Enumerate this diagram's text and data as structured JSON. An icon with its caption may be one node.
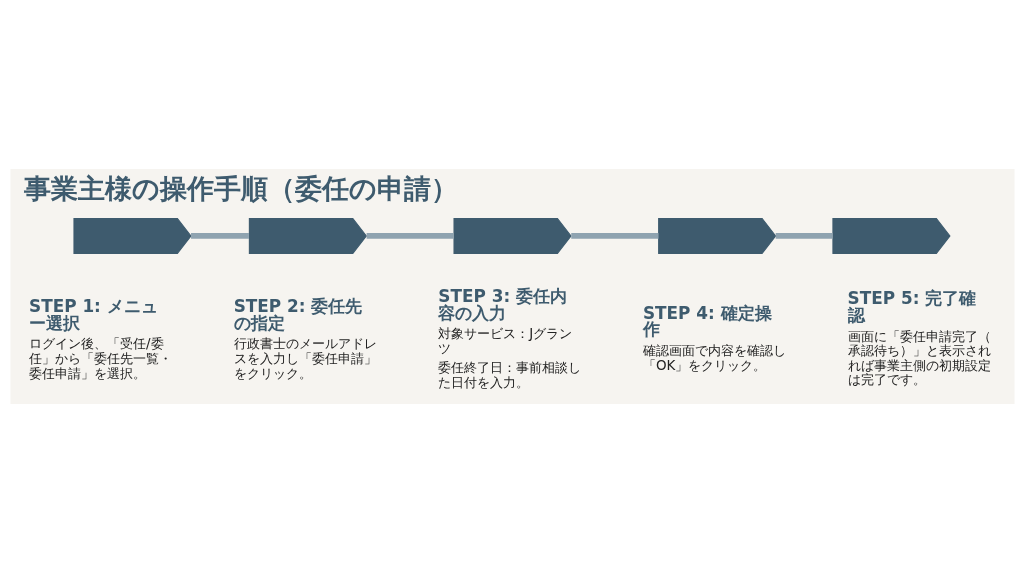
{
  "diagram": {
    "title": "事業主様の操作手順（委任の申請）",
    "nodes": [
      {
        "text": [],
        "shape": "chevron",
        "beside": [
          "STEP 1: メニュー選択",
          "ログイン後、「受任/委任」から「委任先一覧・委任申請」を選択。"
        ]
      },
      {
        "text": [],
        "shape": "chevron",
        "beside": [
          "STEP 2: 委任先の指定",
          "行政書士のメールアドレスを入力し「委任申請」をクリック。"
        ]
      },
      {
        "text": [],
        "shape": "chevron",
        "beside": [
          "STEP 3: 委任内容の入力",
          "対象サービス：Jグランツ",
          "委任終了日：事前相談した日付を入力。"
        ]
      },
      {
        "text": [],
        "shape": "chevron",
        "beside": [
          "STEP 4: 確定操作",
          "確認画面で内容を確認し「OK」をクリック。"
        ]
      },
      {
        "text": [],
        "shape": "chevron",
        "beside": [
          "STEP 5: 完了確認",
          "画面に「委任申請完了（承認待ち）」と表示されれば事業主側の初期設定は完了です。"
        ]
      }
    ],
    "edges": [
      {
        "from": 0,
        "to": 1,
        "arrow": "none"
      },
      {
        "from": 1,
        "to": 2,
        "arrow": "none"
      },
      {
        "from": 2,
        "to": 3,
        "arrow": "none"
      },
      {
        "from": 3,
        "to": 4,
        "arrow": "none"
      }
    ]
  }
}
